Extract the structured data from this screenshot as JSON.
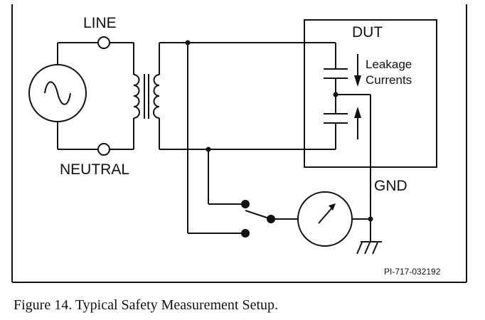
{
  "diagram": {
    "labels": {
      "line": "LINE",
      "neutral": "NEUTRAL",
      "dut": "DUT",
      "leakage_line1": "Leakage",
      "leakage_line2": "Currents",
      "gnd": "GND",
      "ref_code": "PI-717-032192"
    },
    "caption": "Figure 14. Typical Safety Measurement Setup."
  }
}
